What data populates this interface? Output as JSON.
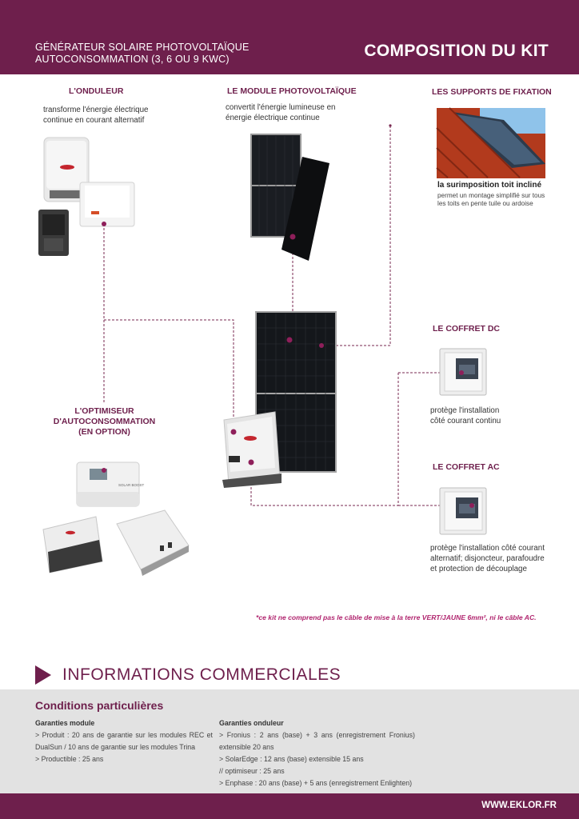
{
  "header": {
    "subtitle_line1": "GÉNÉRATEUR SOLAIRE PHOTOVOLTAÏQUE",
    "subtitle_line2": "AUTOCONSOMMATION (3, 6 OU 9 KWC)",
    "title": "COMPOSITION DU KIT"
  },
  "components": {
    "onduleur": {
      "title": "L'ONDULEUR",
      "desc_line1": "transforme l'énergie électrique",
      "desc_line2": "continue en courant alternatif"
    },
    "module": {
      "title": "LE MODULE PHOTOVOLTAÏQUE",
      "desc_line1": "convertit l'énergie lumineuse en",
      "desc_line2": "énergie électrique continue"
    },
    "supports": {
      "title": "LES SUPPORTS DE FIXATION",
      "caption": "la surimposition toit incliné",
      "desc_line1": "permet un montage simplifié sur tous",
      "desc_line2": "les toits en pente tuile ou ardoise"
    },
    "coffret_dc": {
      "title": "LE COFFRET DC",
      "desc_line1": "protège l'installation",
      "desc_line2": "côté courant continu"
    },
    "optimiseur": {
      "title_line1": "L'OPTIMISEUR",
      "title_line2": "D'AUTOCONSOMMATION",
      "title_line3": "(EN OPTION)",
      "device_label": "SOLAR BOOST"
    },
    "coffret_ac": {
      "title": "LE COFFRET AC",
      "desc_line1": "protège l'installation côté courant",
      "desc_line2": "alternatif; disjoncteur,  parafoudre",
      "desc_line3": "et protection de découplage"
    }
  },
  "note": "*ce kit ne comprend pas le câble de mise à la terre VERT/JAUNE 6mm², ni le câble AC.",
  "info": {
    "heading": "INFORMATIONS COMMERCIALES",
    "conditions_title": "Conditions particulières",
    "module_head": "Garanties module",
    "module_text": "> Produit : 20 ans de garantie sur les modules REC et DualSun / 10 ans de garantie sur les modules Trina",
    "module_line3": "> Productible : 25 ans",
    "onduleur_head": "Garanties onduleur",
    "onduleur_lines": [
      "> Fronius : 2 ans (base) + 3 ans (enregistrement Fronius) extensible 20 ans",
      "> SolarEdge : 12 ans (base) extensible 15 ans",
      "// optimiseur : 25 ans",
      "> Enphase : 20 ans (base) + 5 ans (enregistrement Enlighten)"
    ]
  },
  "footer": {
    "url": "WWW.EKLOR.FR"
  },
  "colors": {
    "brand": "#6e1f4c",
    "accent_dot": "#8e1f5a",
    "note": "#b0246e",
    "info_bg": "#e2e2e2"
  },
  "icons": [
    "inverter-icon",
    "solar-panel-icon",
    "roof-mounting-icon",
    "electrical-box-icon",
    "optimizer-icon",
    "connector-dot-icon",
    "section-arrow-icon"
  ]
}
